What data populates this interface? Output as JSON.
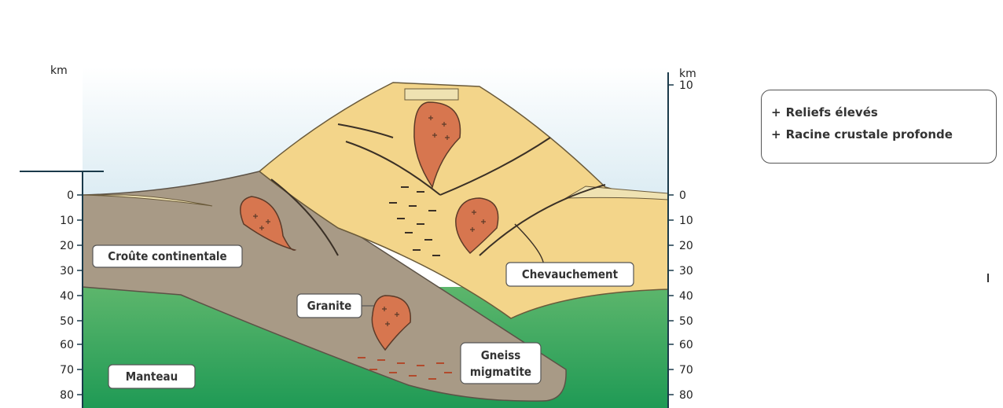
{
  "axis": {
    "left_unit": "km",
    "right_unit": "km",
    "left_ticks": [
      "0",
      "10",
      "20",
      "30",
      "40",
      "50",
      "60",
      "70",
      "80"
    ],
    "right_ticks": [
      "10",
      "0",
      "10",
      "20",
      "30",
      "40",
      "50",
      "60",
      "70",
      "80"
    ]
  },
  "labels": {
    "crust": "Croûte continentale",
    "mantle": "Manteau",
    "granite": "Granite",
    "gneiss_line1": "Gneiss",
    "gneiss_line2": "migmatite",
    "thrust": "Chevauchement"
  },
  "legend": {
    "items": [
      {
        "bullet": "+",
        "text": "Reliefs élevés"
      },
      {
        "bullet": "+",
        "text": "Racine crustale profonde"
      }
    ]
  },
  "colors": {
    "mantle": "#2fa354",
    "crust_grey": "#a89a86",
    "crust_yellow": "#f3d58a",
    "granite": "#d7764f",
    "sky": "#e6f3f8",
    "sediment": "#efe2b2"
  }
}
